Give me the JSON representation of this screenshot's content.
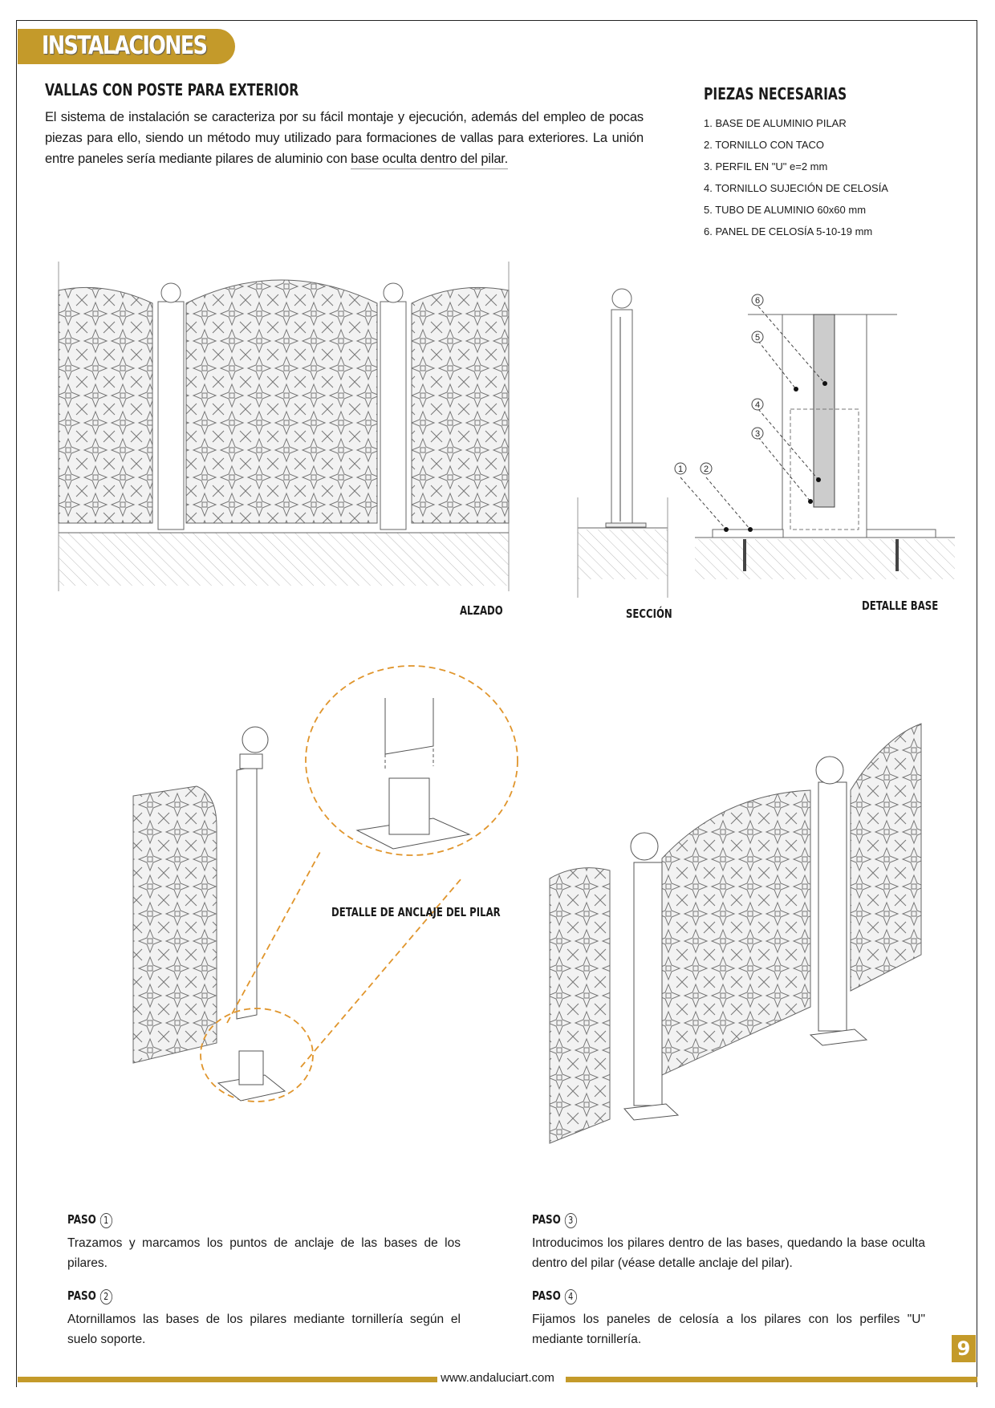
{
  "header": {
    "title": "INSTALACIONES"
  },
  "intro": {
    "heading": "VALLAS CON POSTE PARA EXTERIOR",
    "body": "El sistema de instalación se caracteriza por su fácil montaje y ejecución, además del empleo de pocas piezas para ello, siendo un método muy utilizado para formaciones de vallas para exteriores. La unión entre paneles sería mediante pilares de aluminio con",
    "body_last": "base oculta dentro del pilar."
  },
  "parts": {
    "heading": "PIEZAS NECESARIAS",
    "items": [
      "1.  BASE DE ALUMINIO PILAR",
      "2.  TORNILLO CON TACO",
      "3.  PERFIL EN \"U\" e=2 mm",
      "4.  TORNILLO SUJECIÓN DE CELOSÍA",
      "5.  TUBO DE ALUMINIO 60x60 mm",
      "6.  PANEL DE CELOSÍA 5-10-19 mm"
    ]
  },
  "drawings": {
    "alzado": "ALZADO",
    "seccion": "SECCIÓN",
    "detalle_base": "DETALLE BASE",
    "detalle_anclaje": "DETALLE DE ANCLAJE DEL PILAR",
    "callouts": [
      "1",
      "2",
      "3",
      "4",
      "5",
      "6"
    ]
  },
  "steps": [
    {
      "title": "PASO",
      "num": "1",
      "text": "Trazamos y marcamos los puntos de anclaje de las bases de los pilares."
    },
    {
      "title": "PASO",
      "num": "2",
      "text": "Atornillamos las bases de los pilares mediante tornillería según el suelo soporte."
    },
    {
      "title": "PASO",
      "num": "3",
      "text": "Introducimos los pilares dentro de las bases, quedando la base oculta dentro del pilar (véase detalle anclaje del pilar)."
    },
    {
      "title": "PASO",
      "num": "4",
      "text": "Fijamos los paneles de celosía a los pilares con los perfiles \"U\" mediante tornillería."
    }
  ],
  "footer": {
    "url": "www.andaluciart.com",
    "page": "9"
  },
  "colors": {
    "accent": "#c49a2a",
    "dashed": "#e0952c"
  }
}
